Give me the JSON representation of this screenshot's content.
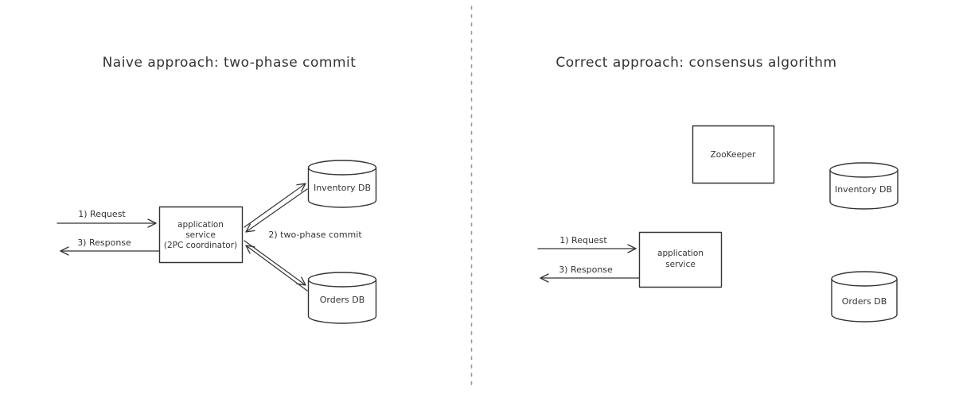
{
  "colors": {
    "ink": "#333333",
    "divider": "#9a9a9a",
    "background": "#ffffff"
  },
  "left_panel": {
    "title": "Naive approach: two-phase commit",
    "request_label": "1) Request",
    "response_label": "3) Response",
    "service_box": {
      "line1": "application",
      "line2": "service",
      "line3": "(2PC coordinator)"
    },
    "phase_commit_label": "2) two-phase commit",
    "inventory_db_label": "Inventory DB",
    "orders_db_label": "Orders DB"
  },
  "right_panel": {
    "title": "Correct approach: consensus algorithm",
    "zookeeper_label": "ZooKeeper",
    "request_label": "1) Request",
    "response_label": "3) Response",
    "service_box": {
      "line1": "application",
      "line2": "service"
    },
    "inventory_db_label": "Inventory DB",
    "orders_db_label": "Orders DB"
  }
}
